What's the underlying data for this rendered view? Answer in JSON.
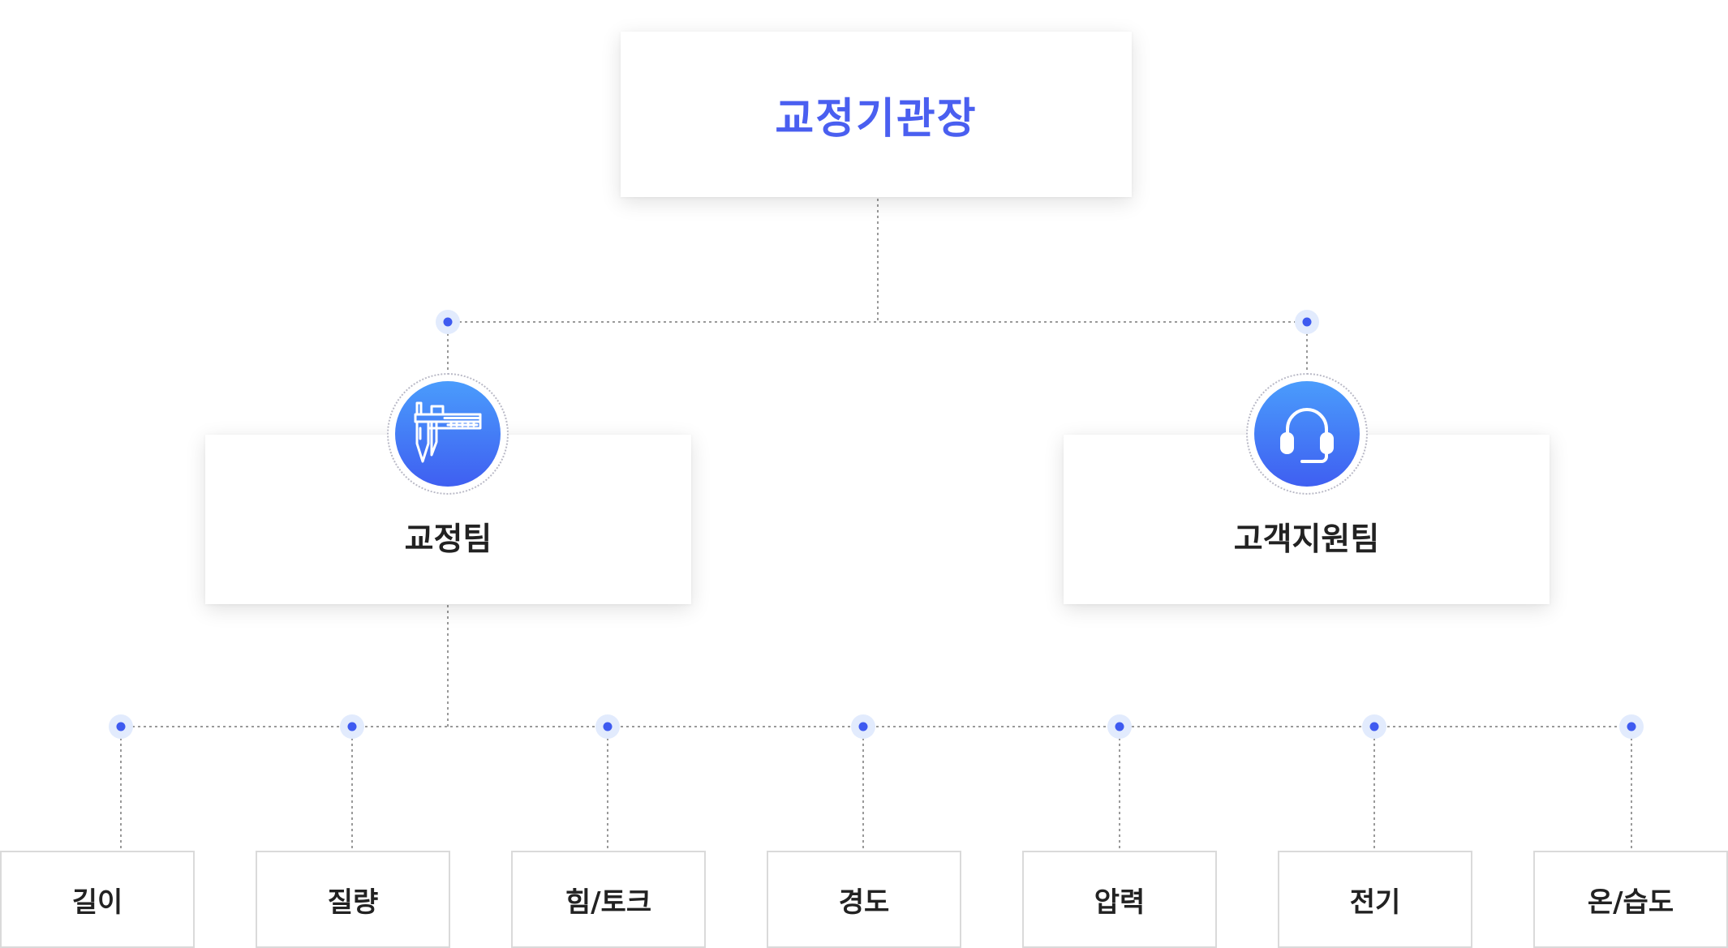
{
  "root": {
    "label": "교정기관장"
  },
  "teams": [
    {
      "label": "교정팀",
      "icon": "caliper-icon"
    },
    {
      "label": "고객지원팀",
      "icon": "headset-icon"
    }
  ],
  "units": [
    {
      "label": "길이"
    },
    {
      "label": "질량"
    },
    {
      "label": "힘/토크"
    },
    {
      "label": "경도"
    },
    {
      "label": "압력"
    },
    {
      "label": "전기"
    },
    {
      "label": "온/습도"
    }
  ],
  "colors": {
    "accent": "#4a5ff0",
    "badge_gradient_top": "#4a9cfc",
    "badge_gradient_bottom": "#3f5ff1",
    "connector": "#9a9a9a",
    "node_ring": "#e2ebfd",
    "text": "#222222"
  }
}
